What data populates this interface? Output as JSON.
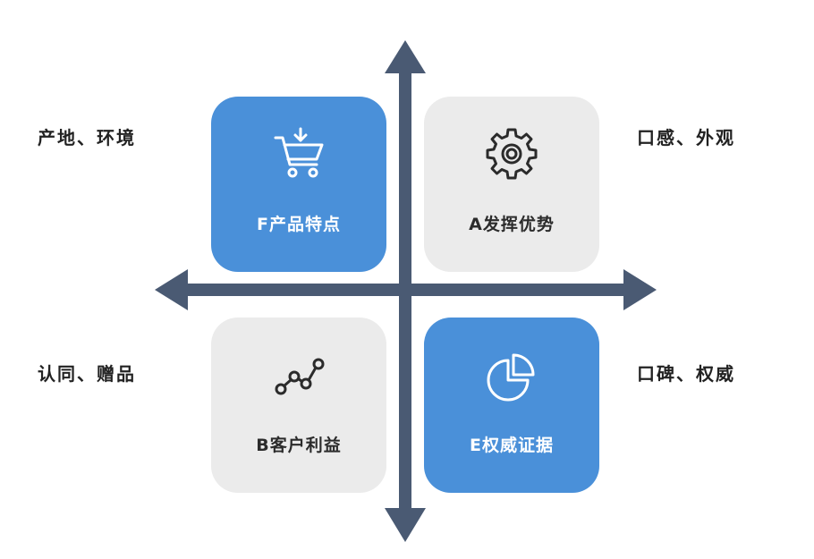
{
  "quadrants": {
    "top_left": {
      "label": "F产品特点",
      "icon": "shopping-cart-icon",
      "style": "blue",
      "side_text": "产地、环境"
    },
    "top_right": {
      "label": "A发挥优势",
      "icon": "gear-icon",
      "style": "gray",
      "side_text": "口感、外观"
    },
    "bottom_left": {
      "label": "B客户利益",
      "icon": "trend-line-icon",
      "style": "gray",
      "side_text": "认同、赠品"
    },
    "bottom_right": {
      "label": "E权威证据",
      "icon": "pie-chart-icon",
      "style": "blue",
      "side_text": "口碑、权威"
    }
  },
  "colors": {
    "card_blue": "#4a90d9",
    "card_gray": "#ebebeb",
    "axis": "#4a5a73"
  }
}
